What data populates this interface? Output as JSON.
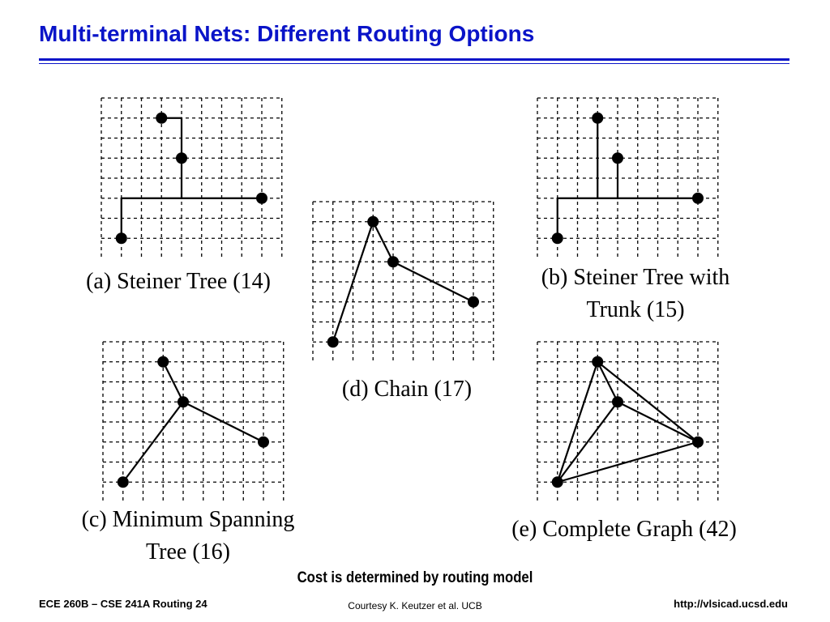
{
  "slide": {
    "title": "Multi-terminal Nets: Different Routing Options",
    "footnote": "Cost is determined by routing model",
    "footer_left": "ECE 260B – CSE 241A Routing 24",
    "footer_center": "Courtesy K. Keutzer et al. UCB",
    "footer_right": "http://vlsicad.ucsd.edu"
  },
  "colors": {
    "title": "#0a14c8",
    "rule": "#0a14c8",
    "ink": "#000000"
  },
  "panels": [
    {
      "id": "a",
      "caption_lines": [
        "(a) Steiner Tree (14)"
      ],
      "terminals": [
        [
          3,
          1
        ],
        [
          4,
          3
        ],
        [
          8,
          5
        ],
        [
          1,
          7
        ]
      ],
      "wires": [
        [
          [
            3,
            1
          ],
          [
            4,
            1
          ]
        ],
        [
          [
            4,
            1
          ],
          [
            4,
            5
          ]
        ],
        [
          [
            1,
            5
          ],
          [
            8,
            5
          ]
        ],
        [
          [
            1,
            5
          ],
          [
            1,
            7
          ]
        ]
      ]
    },
    {
      "id": "b",
      "caption_lines": [
        "(b) Steiner Tree with",
        "Trunk (15)"
      ],
      "terminals": [
        [
          3,
          1
        ],
        [
          4,
          3
        ],
        [
          8,
          5
        ],
        [
          1,
          7
        ]
      ],
      "wires": [
        [
          [
            3,
            1
          ],
          [
            3,
            5
          ]
        ],
        [
          [
            4,
            3
          ],
          [
            4,
            5
          ]
        ],
        [
          [
            1,
            5
          ],
          [
            8,
            5
          ]
        ],
        [
          [
            1,
            5
          ],
          [
            1,
            7
          ]
        ]
      ]
    },
    {
      "id": "c",
      "caption_lines": [
        "(c) Minimum Spanning",
        "Tree (16)"
      ],
      "terminals": [
        [
          3,
          1
        ],
        [
          4,
          3
        ],
        [
          8,
          5
        ],
        [
          1,
          7
        ]
      ],
      "wires": [
        [
          [
            3,
            1
          ],
          [
            4,
            3
          ]
        ],
        [
          [
            4,
            3
          ],
          [
            8,
            5
          ]
        ],
        [
          [
            4,
            3
          ],
          [
            1,
            7
          ]
        ]
      ]
    },
    {
      "id": "d",
      "caption_lines": [
        "(d) Chain (17)"
      ],
      "terminals": [
        [
          3,
          1
        ],
        [
          4,
          3
        ],
        [
          8,
          5
        ],
        [
          1,
          7
        ]
      ],
      "wires": [
        [
          [
            1,
            7
          ],
          [
            3,
            1
          ]
        ],
        [
          [
            3,
            1
          ],
          [
            4,
            3
          ]
        ],
        [
          [
            4,
            3
          ],
          [
            8,
            5
          ]
        ]
      ]
    },
    {
      "id": "e",
      "caption_lines": [
        "(e) Complete Graph (42)"
      ],
      "terminals": [
        [
          3,
          1
        ],
        [
          4,
          3
        ],
        [
          8,
          5
        ],
        [
          1,
          7
        ]
      ],
      "wires": [
        [
          [
            3,
            1
          ],
          [
            4,
            3
          ]
        ],
        [
          [
            3,
            1
          ],
          [
            8,
            5
          ]
        ],
        [
          [
            3,
            1
          ],
          [
            1,
            7
          ]
        ],
        [
          [
            4,
            3
          ],
          [
            8,
            5
          ]
        ],
        [
          [
            4,
            3
          ],
          [
            1,
            7
          ]
        ],
        [
          [
            8,
            5
          ],
          [
            1,
            7
          ]
        ]
      ]
    }
  ]
}
